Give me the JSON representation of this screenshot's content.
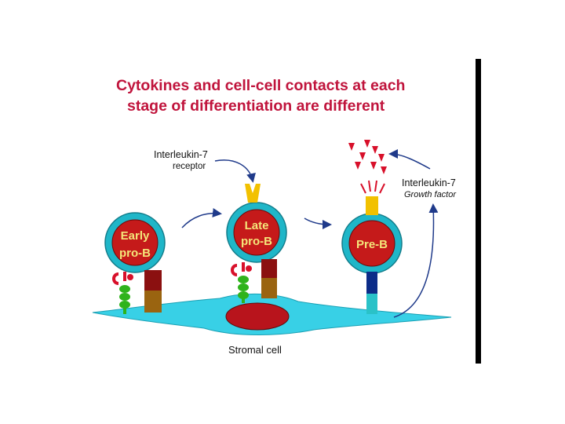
{
  "title": {
    "line1": "Cytokines and cell-cell contacts at each",
    "line2": "stage of differentiation are different"
  },
  "labels": {
    "il7_receptor_line1": "Interleukin-7",
    "il7_receptor_line2": "receptor",
    "il7_growth_line1": "Interleukin-7",
    "il7_growth_line2": "Growth factor",
    "stromal_cell": "Stromal cell"
  },
  "cells": {
    "early": {
      "line1": "Early",
      "line2": "pro-B"
    },
    "late": {
      "line1": "Late",
      "line2": "pro-B"
    },
    "pre": {
      "line1": "Pre-B"
    }
  },
  "colors": {
    "title": "#c0143c",
    "cell_ring": "#1fb6c8",
    "cell_fill": "#c51a1a",
    "cell_text": "#f4e67a",
    "stroma": "#38d0e6",
    "nucleus": "#b8141c",
    "receptor": "#f2c100",
    "growth_factor": "#d8102a",
    "arrow": "#1f3a8a",
    "green_molecule": "#2fb31c",
    "dark_red_block": "#8b1010",
    "brown_block": "#9a6410",
    "navy_stem": "#0c2c88",
    "teal_base": "#2ac2c8"
  }
}
